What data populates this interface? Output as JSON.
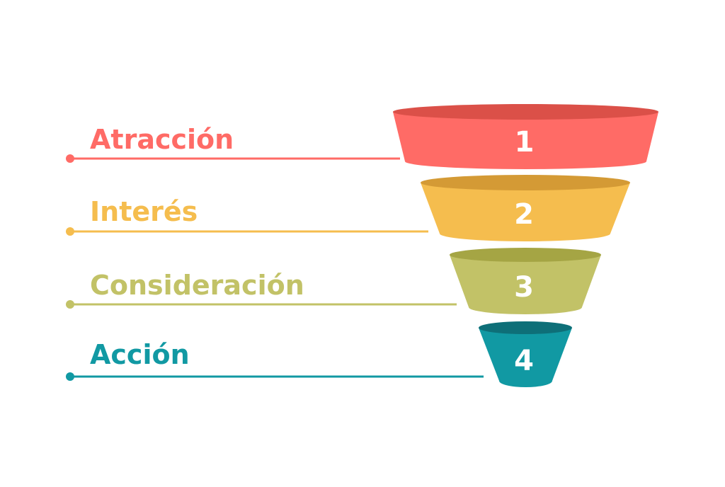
{
  "stages": [
    {
      "number": "1",
      "label": "Atracción",
      "color": "#FF6B66",
      "top_color": "#DB5048"
    },
    {
      "number": "2",
      "label": "Interés",
      "color": "#F5BD4E",
      "top_color": "#D49A35"
    },
    {
      "number": "3",
      "label": "Consideración",
      "color": "#C2C267",
      "top_color": "#A5A544"
    },
    {
      "number": "4",
      "label": "Acción",
      "color": "#1199A3",
      "top_color": "#0E6F78"
    }
  ]
}
